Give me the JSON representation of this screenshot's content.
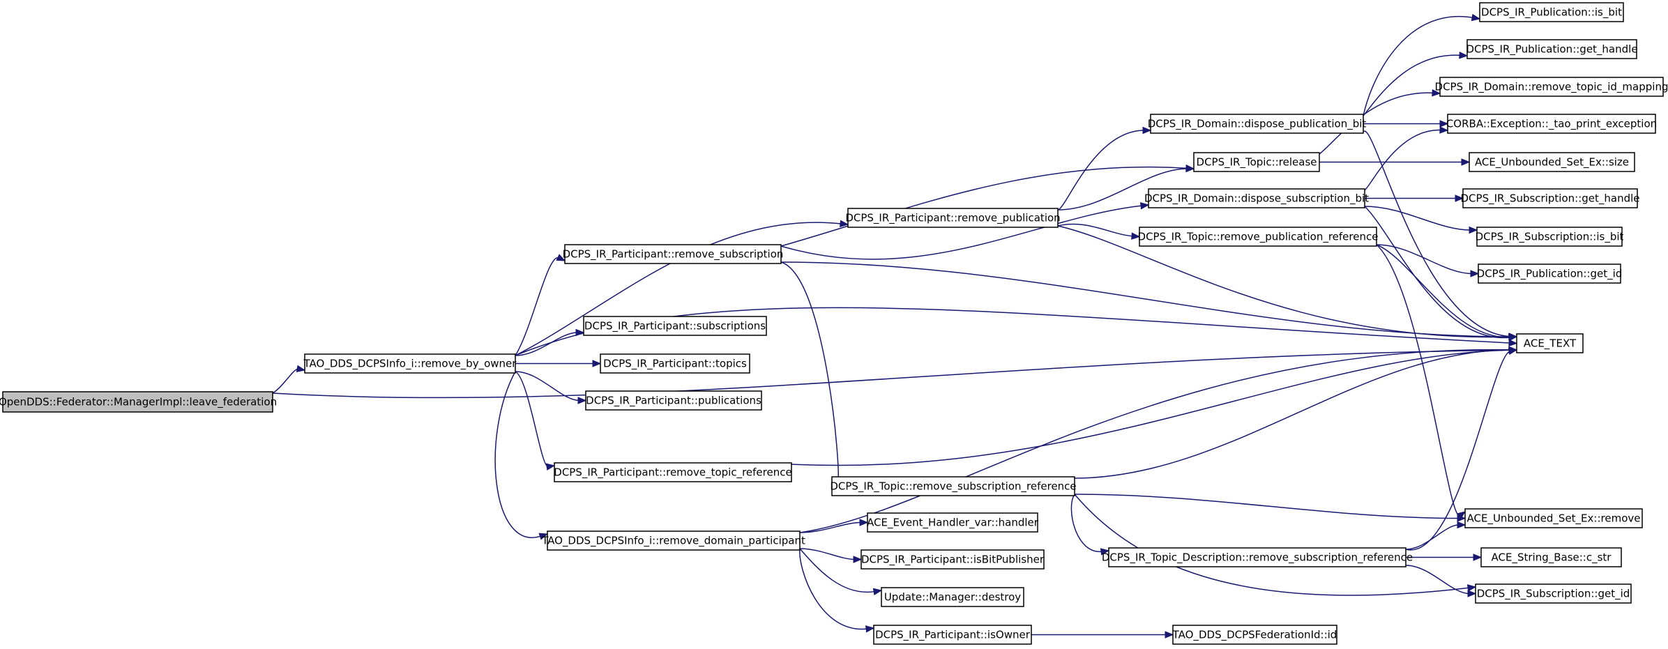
{
  "diagram": {
    "title": "",
    "edge_color": "#191970",
    "root_fill": "#bfbfbf",
    "nodes": [
      {
        "id": "root",
        "label": "OpenDDS::Federator::ManagerImpl::leave_federation",
        "root": true
      },
      {
        "id": "remove_by_owner",
        "label": "TAO_DDS_DCPSInfo_i::remove_by_owner"
      },
      {
        "id": "remove_domain_participant",
        "label": "TAO_DDS_DCPSInfo_i::remove_domain_participant"
      },
      {
        "id": "ace_text",
        "label": "ACE_TEXT"
      },
      {
        "id": "p_remove_subscription",
        "label": "DCPS_IR_Participant::remove_subscription"
      },
      {
        "id": "p_remove_publication",
        "label": "DCPS_IR_Participant::remove_publication"
      },
      {
        "id": "p_subscriptions",
        "label": "DCPS_IR_Participant::subscriptions"
      },
      {
        "id": "p_topics",
        "label": "DCPS_IR_Participant::topics"
      },
      {
        "id": "p_publications",
        "label": "DCPS_IR_Participant::publications"
      },
      {
        "id": "p_remove_topic_reference",
        "label": "DCPS_IR_Participant::remove_topic_reference"
      },
      {
        "id": "d_dispose_publication_bit",
        "label": "DCPS_IR_Domain::dispose_publication_bit"
      },
      {
        "id": "t_release",
        "label": "DCPS_IR_Topic::release"
      },
      {
        "id": "d_dispose_subscription_bit",
        "label": "DCPS_IR_Domain::dispose_subscription_bit"
      },
      {
        "id": "t_remove_publication_reference",
        "label": "DCPS_IR_Topic::remove_publication_reference"
      },
      {
        "id": "t_remove_subscription_reference",
        "label": "DCPS_IR_Topic::remove_subscription_reference"
      },
      {
        "id": "td_remove_subscription_reference",
        "label": "DCPS_IR_Topic_Description::remove_subscription_reference"
      },
      {
        "id": "pub_is_bit",
        "label": "DCPS_IR_Publication::is_bit"
      },
      {
        "id": "pub_get_handle",
        "label": "DCPS_IR_Publication::get_handle"
      },
      {
        "id": "d_remove_topic_id_mapping",
        "label": "DCPS_IR_Domain::remove_topic_id_mapping"
      },
      {
        "id": "corba_exception",
        "label": "CORBA::Exception::_tao_print_exception"
      },
      {
        "id": "set_size",
        "label": "ACE_Unbounded_Set_Ex::size"
      },
      {
        "id": "sub_get_handle",
        "label": "DCPS_IR_Subscription::get_handle"
      },
      {
        "id": "sub_is_bit",
        "label": "DCPS_IR_Subscription::is_bit"
      },
      {
        "id": "pub_get_id",
        "label": "DCPS_IR_Publication::get_id"
      },
      {
        "id": "set_remove",
        "label": "ACE_Unbounded_Set_Ex::remove"
      },
      {
        "id": "c_str",
        "label": "ACE_String_Base::c_str"
      },
      {
        "id": "sub_get_id",
        "label": "DCPS_IR_Subscription::get_id"
      },
      {
        "id": "handler",
        "label": "ACE_Event_Handler_var::handler"
      },
      {
        "id": "is_bit_publisher",
        "label": "DCPS_IR_Participant::isBitPublisher"
      },
      {
        "id": "destroy",
        "label": "Update::Manager::destroy"
      },
      {
        "id": "is_owner",
        "label": "DCPS_IR_Participant::isOwner"
      },
      {
        "id": "federation_id",
        "label": "TAO_DDS_DCPSFederationId::id"
      }
    ],
    "edges": [
      {
        "from": "root",
        "to": "remove_by_owner"
      },
      {
        "from": "root",
        "to": "ace_text"
      },
      {
        "from": "remove_by_owner",
        "to": "p_remove_publication"
      },
      {
        "from": "remove_by_owner",
        "to": "p_remove_subscription"
      },
      {
        "from": "remove_by_owner",
        "to": "ace_text"
      },
      {
        "from": "remove_by_owner",
        "to": "p_subscriptions"
      },
      {
        "from": "remove_by_owner",
        "to": "p_topics"
      },
      {
        "from": "remove_by_owner",
        "to": "p_publications"
      },
      {
        "from": "remove_by_owner",
        "to": "p_remove_topic_reference"
      },
      {
        "from": "remove_by_owner",
        "to": "remove_domain_participant"
      },
      {
        "from": "p_remove_subscription",
        "to": "t_release"
      },
      {
        "from": "p_remove_subscription",
        "to": "d_dispose_subscription_bit"
      },
      {
        "from": "p_remove_subscription",
        "to": "ace_text"
      },
      {
        "from": "p_remove_subscription",
        "to": "t_remove_subscription_reference"
      },
      {
        "from": "p_remove_publication",
        "to": "d_dispose_publication_bit"
      },
      {
        "from": "p_remove_publication",
        "to": "t_release"
      },
      {
        "from": "p_remove_publication",
        "to": "t_remove_publication_reference"
      },
      {
        "from": "p_remove_publication",
        "to": "ace_text"
      },
      {
        "from": "d_dispose_publication_bit",
        "to": "pub_is_bit"
      },
      {
        "from": "d_dispose_publication_bit",
        "to": "pub_get_handle"
      },
      {
        "from": "d_dispose_publication_bit",
        "to": "corba_exception"
      },
      {
        "from": "d_dispose_publication_bit",
        "to": "ace_text"
      },
      {
        "from": "t_release",
        "to": "d_remove_topic_id_mapping"
      },
      {
        "from": "t_release",
        "to": "set_size"
      },
      {
        "from": "d_dispose_subscription_bit",
        "to": "corba_exception"
      },
      {
        "from": "d_dispose_subscription_bit",
        "to": "sub_get_handle"
      },
      {
        "from": "d_dispose_subscription_bit",
        "to": "sub_is_bit"
      },
      {
        "from": "d_dispose_subscription_bit",
        "to": "ace_text"
      },
      {
        "from": "t_remove_publication_reference",
        "to": "pub_get_id"
      },
      {
        "from": "t_remove_publication_reference",
        "to": "ace_text"
      },
      {
        "from": "t_remove_publication_reference",
        "to": "set_remove"
      },
      {
        "from": "p_remove_topic_reference",
        "to": "ace_text"
      },
      {
        "from": "t_remove_subscription_reference",
        "to": "ace_text"
      },
      {
        "from": "t_remove_subscription_reference",
        "to": "set_remove"
      },
      {
        "from": "t_remove_subscription_reference",
        "to": "td_remove_subscription_reference"
      },
      {
        "from": "t_remove_subscription_reference",
        "to": "sub_get_id"
      },
      {
        "from": "td_remove_subscription_reference",
        "to": "ace_text"
      },
      {
        "from": "td_remove_subscription_reference",
        "to": "set_remove"
      },
      {
        "from": "td_remove_subscription_reference",
        "to": "c_str"
      },
      {
        "from": "td_remove_subscription_reference",
        "to": "sub_get_id"
      },
      {
        "from": "remove_domain_participant",
        "to": "ace_text"
      },
      {
        "from": "remove_domain_participant",
        "to": "handler"
      },
      {
        "from": "remove_domain_participant",
        "to": "is_bit_publisher"
      },
      {
        "from": "remove_domain_participant",
        "to": "destroy"
      },
      {
        "from": "remove_domain_participant",
        "to": "is_owner"
      },
      {
        "from": "is_owner",
        "to": "federation_id"
      }
    ]
  }
}
